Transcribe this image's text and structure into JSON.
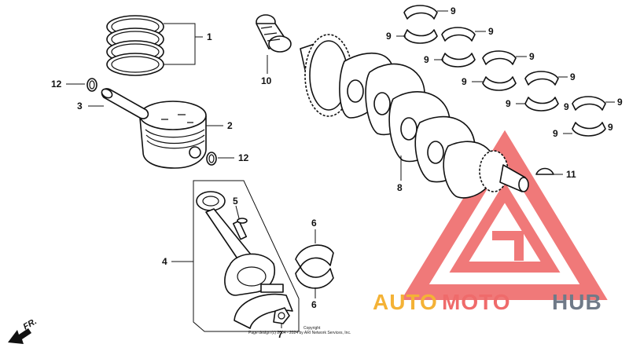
{
  "callouts": {
    "c1": "1",
    "c2": "2",
    "c3": "3",
    "c4": "4",
    "c5": "5",
    "c6a": "6",
    "c6b": "6",
    "c7": "7",
    "c8": "8",
    "c9a": "9",
    "c9b": "9",
    "c9c": "9",
    "c9d": "9",
    "c9e": "9",
    "c9f": "9",
    "c9g": "9",
    "c9h": "9",
    "c9i": "9",
    "c9j": "9",
    "c9k": "9",
    "c9l": "9",
    "c10": "10",
    "c11": "11",
    "c12a": "12",
    "c12b": "12"
  },
  "direction_label": "FR.",
  "copyright_line1": "Copyright",
  "copyright_line2": "Page design (c) 2004 - 2024 by ARI Network Services, Inc.",
  "watermark": {
    "part1": "AUTO",
    "part2": "MOTO",
    "part3": "HUB",
    "colors": {
      "red": "#ef6b6b",
      "orange": "#f4b236",
      "gray": "#6f7a88"
    }
  }
}
